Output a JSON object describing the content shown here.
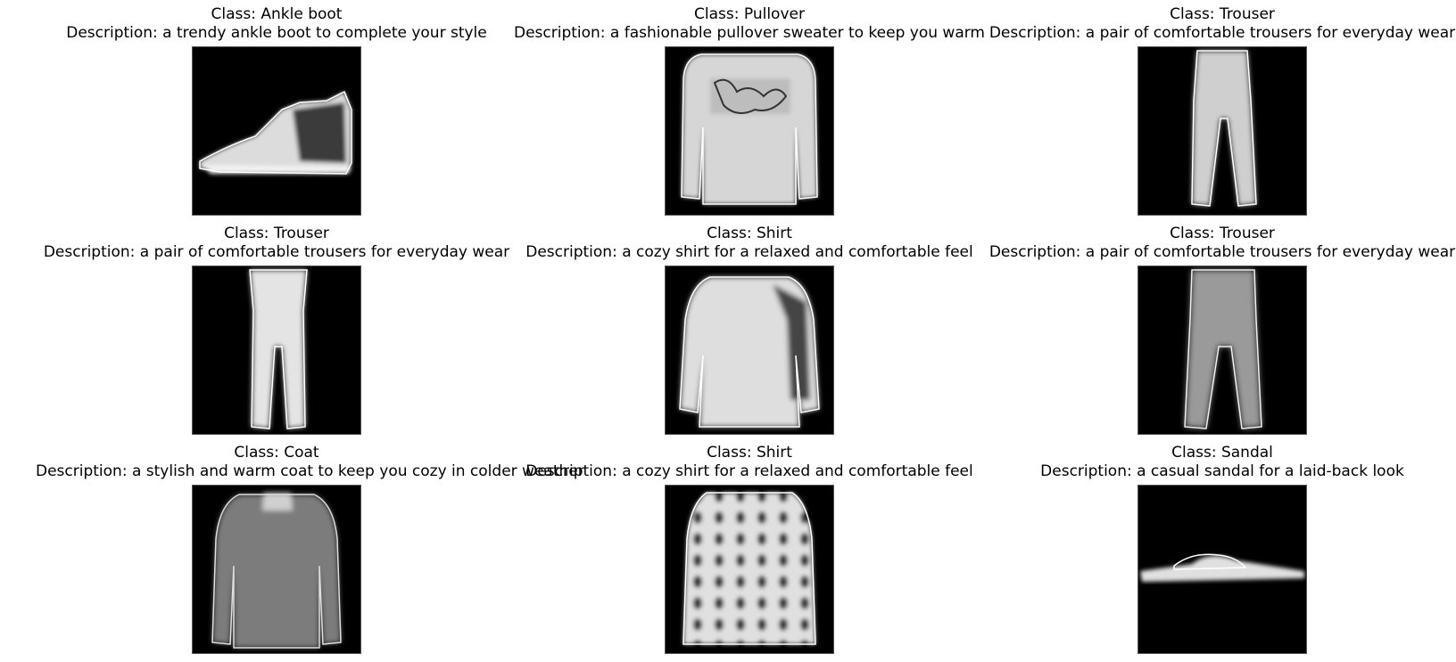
{
  "panels": [
    {
      "cls": "Class: Ankle boot",
      "desc": "Description: a trendy ankle boot to complete your style",
      "icon": "ankle-boot-icon"
    },
    {
      "cls": "Class: Pullover",
      "desc": "Description: a fashionable pullover sweater to keep you warm",
      "icon": "pullover-icon"
    },
    {
      "cls": "Class: Trouser",
      "desc": "Description: a pair of comfortable trousers for everyday wear",
      "icon": "trouser-icon"
    },
    {
      "cls": "Class: Trouser",
      "desc": "Description: a pair of comfortable trousers for everyday wear",
      "icon": "trouser-icon"
    },
    {
      "cls": "Class: Shirt",
      "desc": "Description: a cozy shirt for a relaxed and comfortable feel",
      "icon": "shirt-icon"
    },
    {
      "cls": "Class: Trouser",
      "desc": "Description: a pair of comfortable trousers for everyday wear",
      "icon": "trouser-icon"
    },
    {
      "cls": "Class: Coat",
      "desc": "Description: a stylish and warm coat to keep you cozy in colder weather",
      "icon": "coat-icon"
    },
    {
      "cls": "Class: Shirt",
      "desc": "Description: a cozy shirt for a relaxed and comfortable feel",
      "icon": "shirt-icon"
    },
    {
      "cls": "Class: Sandal",
      "desc": "Description: a casual sandal for a laid-back look",
      "icon": "sandal-icon"
    }
  ]
}
